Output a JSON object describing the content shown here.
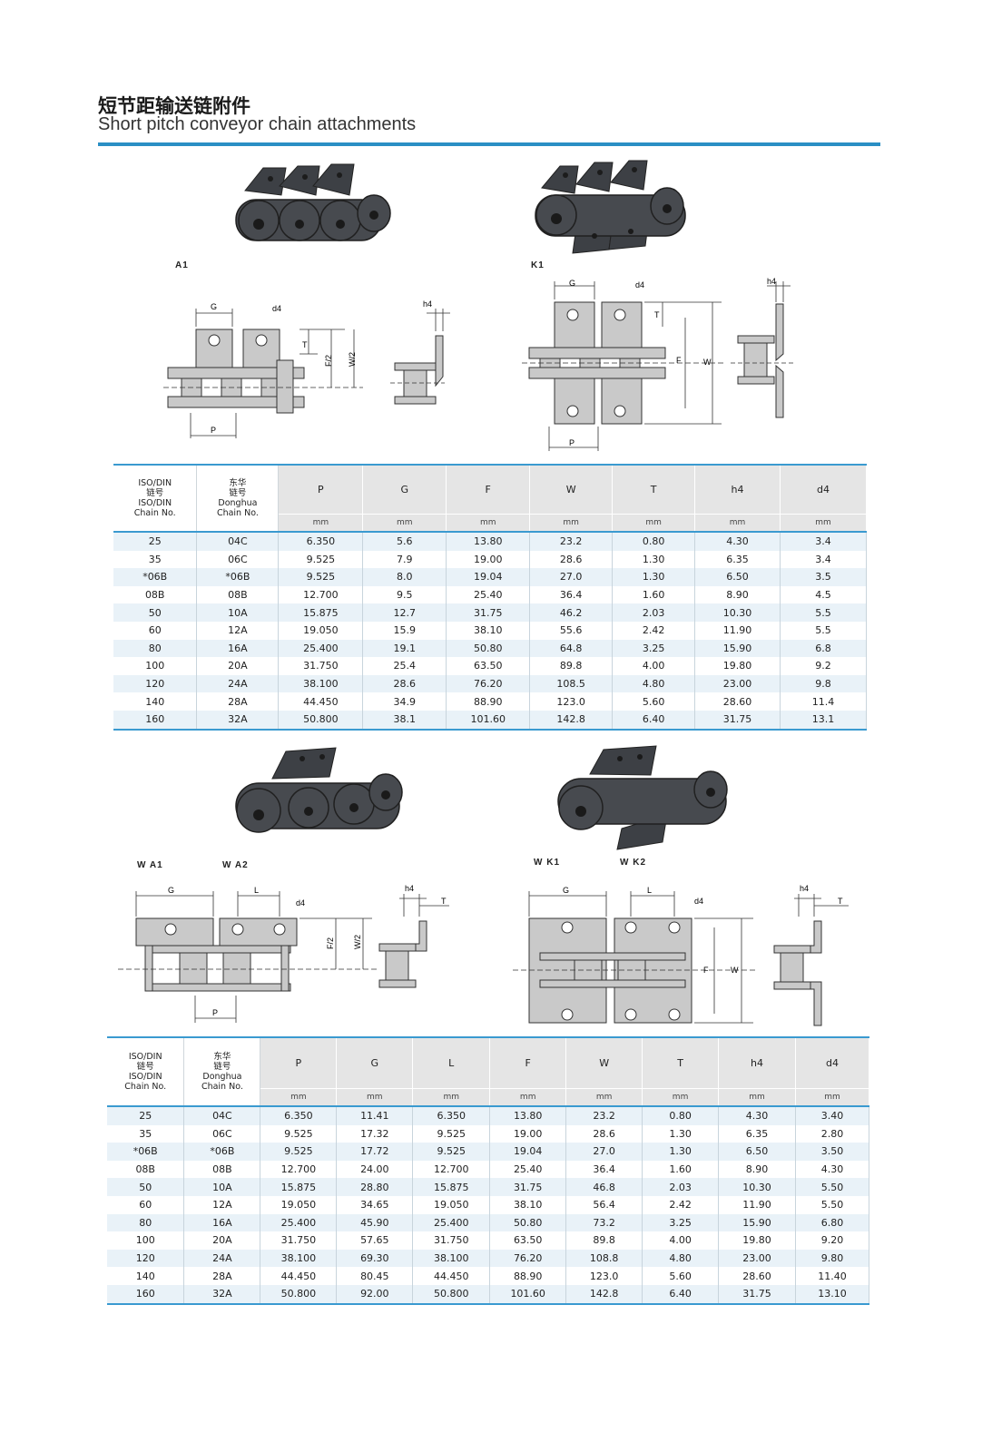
{
  "header": {
    "title_cn": "短节距输送链附件",
    "title_en": "Short pitch conveyor chain attachments"
  },
  "figures": {
    "label_a1": "A1",
    "label_k1": "K1",
    "label_wa1": "W A1",
    "label_wa2": "W A2",
    "label_wk1": "W K1",
    "label_wk2": "W K2",
    "dims": {
      "G": "G",
      "d4": "d4",
      "h4": "h4",
      "P": "P",
      "T": "T",
      "F2": "F/2",
      "W2": "W/2",
      "F": "F",
      "W": "W",
      "L": "L"
    }
  },
  "table1": {
    "head_iso": [
      "ISO/DIN",
      "链号",
      "ISO/DIN",
      "Chain No."
    ],
    "head_dh": [
      "东华",
      "链号",
      "Donghua",
      "Chain No."
    ],
    "columns": [
      "P",
      "G",
      "F",
      "W",
      "T",
      "h4",
      "d4"
    ],
    "unit": "mm",
    "rows": [
      [
        "25",
        "04C",
        "6.350",
        "5.6",
        "13.80",
        "23.2",
        "0.80",
        "4.30",
        "3.4"
      ],
      [
        "35",
        "06C",
        "9.525",
        "7.9",
        "19.00",
        "28.6",
        "1.30",
        "6.35",
        "3.4"
      ],
      [
        "*06B",
        "*06B",
        "9.525",
        "8.0",
        "19.04",
        "27.0",
        "1.30",
        "6.50",
        "3.5"
      ],
      [
        "08B",
        "08B",
        "12.700",
        "9.5",
        "25.40",
        "36.4",
        "1.60",
        "8.90",
        "4.5"
      ],
      [
        "50",
        "10A",
        "15.875",
        "12.7",
        "31.75",
        "46.2",
        "2.03",
        "10.30",
        "5.5"
      ],
      [
        "60",
        "12A",
        "19.050",
        "15.9",
        "38.10",
        "55.6",
        "2.42",
        "11.90",
        "5.5"
      ],
      [
        "80",
        "16A",
        "25.400",
        "19.1",
        "50.80",
        "64.8",
        "3.25",
        "15.90",
        "6.8"
      ],
      [
        "100",
        "20A",
        "31.750",
        "25.4",
        "63.50",
        "89.8",
        "4.00",
        "19.80",
        "9.2"
      ],
      [
        "120",
        "24A",
        "38.100",
        "28.6",
        "76.20",
        "108.5",
        "4.80",
        "23.00",
        "9.8"
      ],
      [
        "140",
        "28A",
        "44.450",
        "34.9",
        "88.90",
        "123.0",
        "5.60",
        "28.60",
        "11.4"
      ],
      [
        "160",
        "32A",
        "50.800",
        "38.1",
        "101.60",
        "142.8",
        "6.40",
        "31.75",
        "13.1"
      ]
    ]
  },
  "table2": {
    "head_iso": [
      "ISO/DIN",
      "链号",
      "ISO/DIN",
      "Chain No."
    ],
    "head_dh": [
      "东华",
      "链号",
      "Donghua",
      "Chain No."
    ],
    "columns": [
      "P",
      "G",
      "L",
      "F",
      "W",
      "T",
      "h4",
      "d4"
    ],
    "unit": "mm",
    "rows": [
      [
        "25",
        "04C",
        "6.350",
        "11.41",
        "6.350",
        "13.80",
        "23.2",
        "0.80",
        "4.30",
        "3.40"
      ],
      [
        "35",
        "06C",
        "9.525",
        "17.32",
        "9.525",
        "19.00",
        "28.6",
        "1.30",
        "6.35",
        "2.80"
      ],
      [
        "*06B",
        "*06B",
        "9.525",
        "17.72",
        "9.525",
        "19.04",
        "27.0",
        "1.30",
        "6.50",
        "3.50"
      ],
      [
        "08B",
        "08B",
        "12.700",
        "24.00",
        "12.700",
        "25.40",
        "36.4",
        "1.60",
        "8.90",
        "4.30"
      ],
      [
        "50",
        "10A",
        "15.875",
        "28.80",
        "15.875",
        "31.75",
        "46.8",
        "2.03",
        "10.30",
        "5.50"
      ],
      [
        "60",
        "12A",
        "19.050",
        "34.65",
        "19.050",
        "38.10",
        "56.4",
        "2.42",
        "11.90",
        "5.50"
      ],
      [
        "80",
        "16A",
        "25.400",
        "45.90",
        "25.400",
        "50.80",
        "73.2",
        "3.25",
        "15.90",
        "6.80"
      ],
      [
        "100",
        "20A",
        "31.750",
        "57.65",
        "31.750",
        "63.50",
        "89.8",
        "4.00",
        "19.80",
        "9.20"
      ],
      [
        "120",
        "24A",
        "38.100",
        "69.30",
        "38.100",
        "76.20",
        "108.8",
        "4.80",
        "23.00",
        "9.80"
      ],
      [
        "140",
        "28A",
        "44.450",
        "80.45",
        "44.450",
        "88.90",
        "123.0",
        "5.60",
        "28.60",
        "11.40"
      ],
      [
        "160",
        "32A",
        "50.800",
        "92.00",
        "50.800",
        "101.60",
        "142.8",
        "6.40",
        "31.75",
        "13.10"
      ]
    ]
  }
}
